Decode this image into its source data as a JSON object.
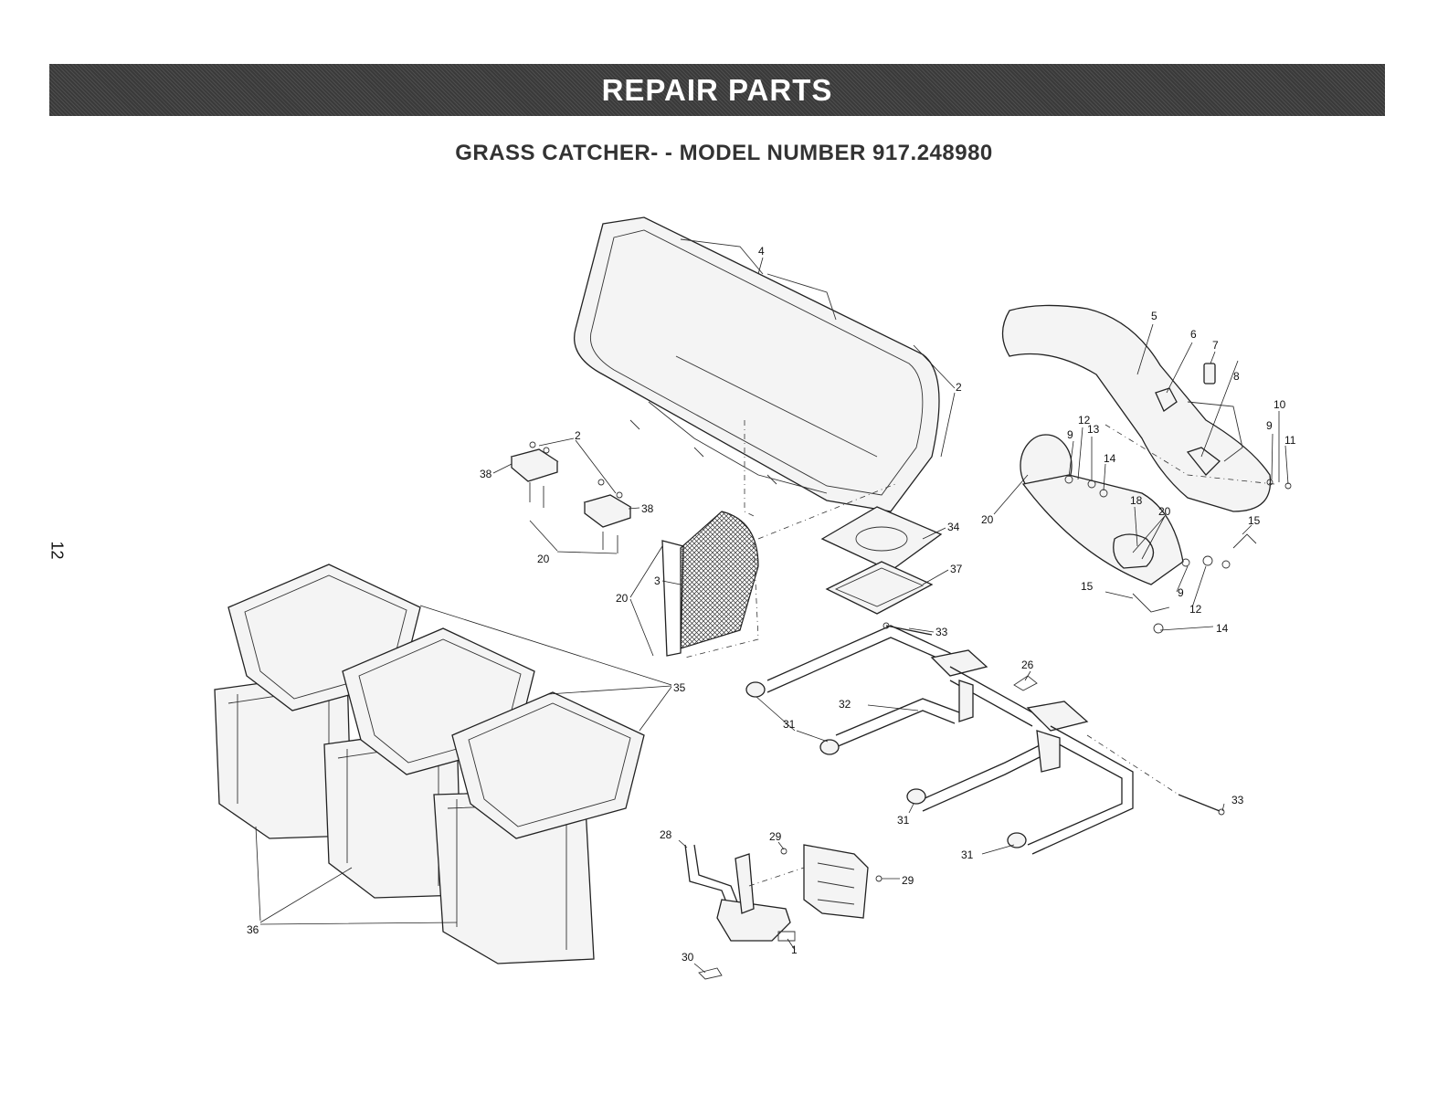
{
  "banner": {
    "title": "REPAIR PARTS"
  },
  "subtitle": "GRASS CATCHER- - MODEL NUMBER 917.248980",
  "page_number": "12",
  "callouts": [
    {
      "id": "c4",
      "label": "4"
    },
    {
      "id": "c2a",
      "label": "2"
    },
    {
      "id": "c2b",
      "label": "2"
    },
    {
      "id": "c38a",
      "label": "38"
    },
    {
      "id": "c38b",
      "label": "38"
    },
    {
      "id": "c20a",
      "label": "20"
    },
    {
      "id": "c20b",
      "label": "20"
    },
    {
      "id": "c3",
      "label": "3"
    },
    {
      "id": "c34",
      "label": "34"
    },
    {
      "id": "c37",
      "label": "37"
    },
    {
      "id": "c35",
      "label": "35"
    },
    {
      "id": "c36",
      "label": "36"
    },
    {
      "id": "c33a",
      "label": "33"
    },
    {
      "id": "c33b",
      "label": "33"
    },
    {
      "id": "c26",
      "label": "26"
    },
    {
      "id": "c32",
      "label": "32"
    },
    {
      "id": "c31a",
      "label": "31"
    },
    {
      "id": "c31b",
      "label": "31"
    },
    {
      "id": "c31c",
      "label": "31"
    },
    {
      "id": "c28",
      "label": "28"
    },
    {
      "id": "c29a",
      "label": "29"
    },
    {
      "id": "c29b",
      "label": "29"
    },
    {
      "id": "c1",
      "label": "1"
    },
    {
      "id": "c30",
      "label": "30"
    },
    {
      "id": "c5",
      "label": "5"
    },
    {
      "id": "c6",
      "label": "6"
    },
    {
      "id": "c7",
      "label": "7"
    },
    {
      "id": "c8",
      "label": "8"
    },
    {
      "id": "c10",
      "label": "10"
    },
    {
      "id": "c9a",
      "label": "9"
    },
    {
      "id": "c11",
      "label": "11"
    },
    {
      "id": "c12a",
      "label": "12"
    },
    {
      "id": "c9b",
      "label": "9"
    },
    {
      "id": "c13",
      "label": "13"
    },
    {
      "id": "c14a",
      "label": "14"
    },
    {
      "id": "c20c",
      "label": "20"
    },
    {
      "id": "c18",
      "label": "18"
    },
    {
      "id": "c20d",
      "label": "20"
    },
    {
      "id": "c15a",
      "label": "15"
    },
    {
      "id": "c15b",
      "label": "15"
    },
    {
      "id": "c9c",
      "label": "9"
    },
    {
      "id": "c12b",
      "label": "12"
    },
    {
      "id": "c14b",
      "label": "14"
    }
  ]
}
